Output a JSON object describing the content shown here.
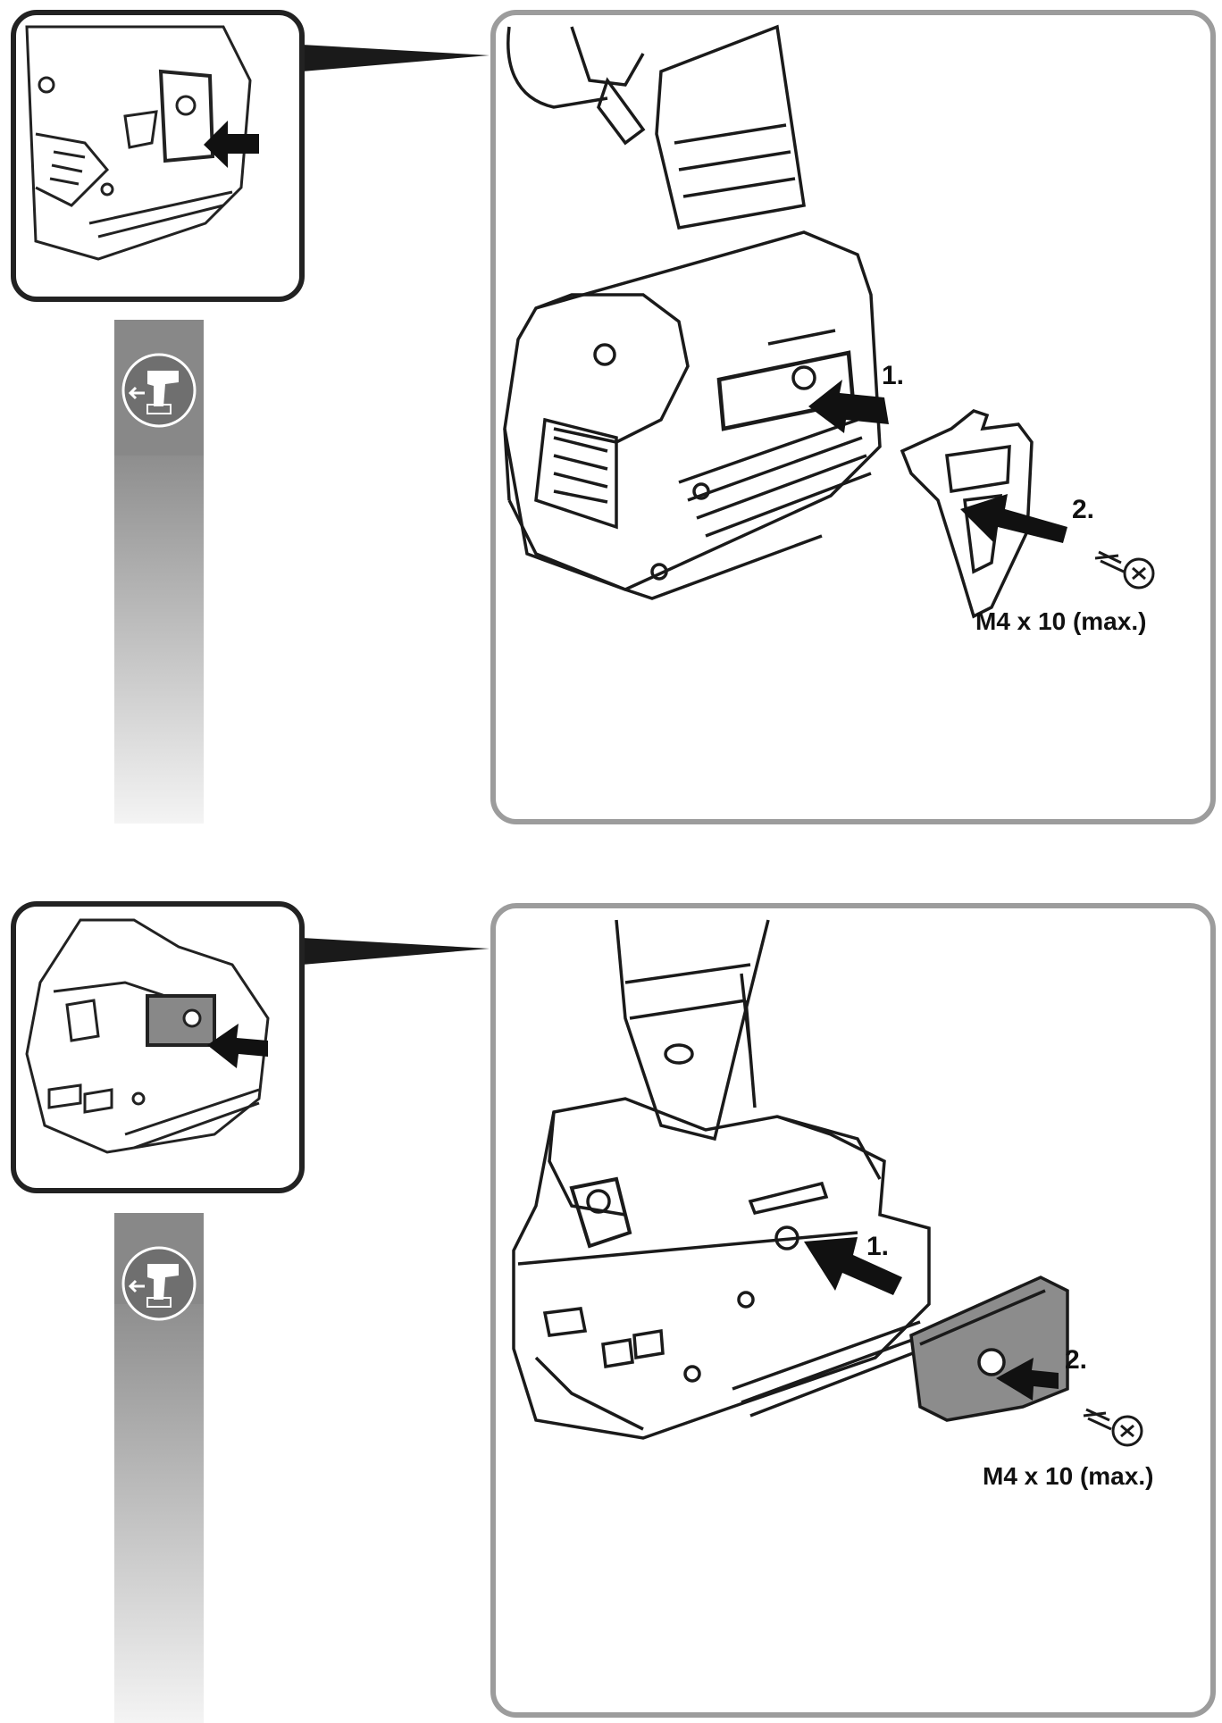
{
  "panels": [
    {
      "step1_label": "1.",
      "step2_label": "2.",
      "screw_spec": "M4 x 10 (max.)",
      "part": "belt clip"
    },
    {
      "step1_label": "1.",
      "step2_label": "2.",
      "screw_spec": "M4 x 10 (max.)",
      "part": "bit holder"
    }
  ],
  "colors": {
    "line": "#1a1a1a",
    "frame": "#2a2a2a",
    "big_frame": "#9a9a9a",
    "sidebar_top": "#8a8a8a",
    "sidebar_bottom": "#f2f2f2",
    "icon_bg": "#6f6f6f"
  },
  "icons": [
    "drill-battery-remove-icon",
    "drill-battery-remove-icon"
  ]
}
